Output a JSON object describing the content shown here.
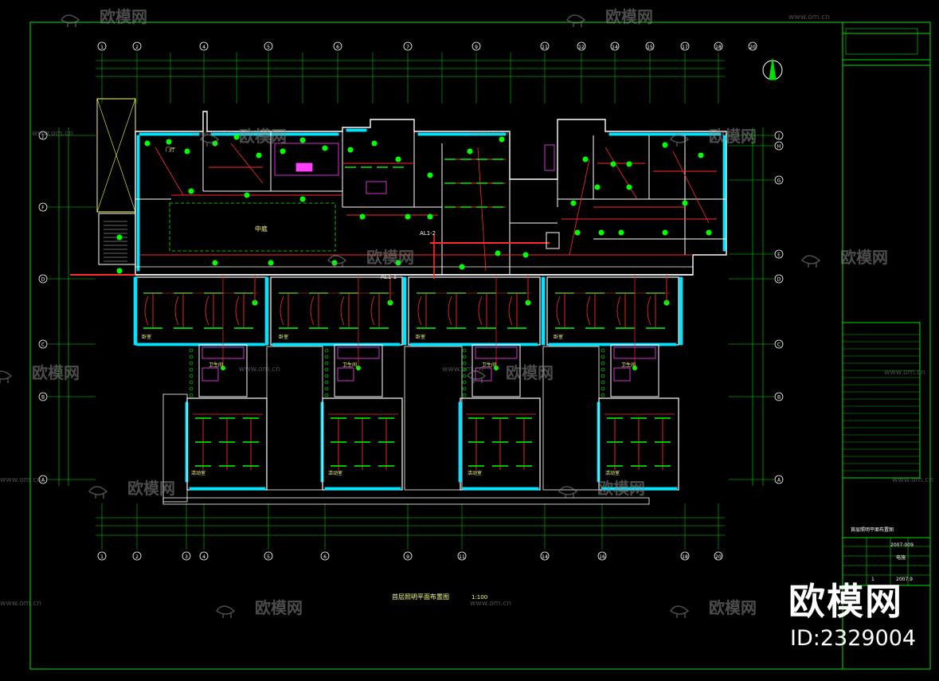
{
  "colors": {
    "frame": "#00e000",
    "wall": "#ffffff",
    "window": "#00e5ff",
    "wire": "#ff2a2a",
    "fixture": "#00ff00",
    "accent": "#ff40ff",
    "yellow": "#ffff40",
    "label": "#ffff80"
  },
  "drawing": {
    "title": "首层照明平面布置图",
    "scale": "1:100",
    "top_axes": [
      "1",
      "2",
      "4",
      "5",
      "6",
      "7",
      "9",
      "11",
      "12",
      "14",
      "15",
      "17",
      "18",
      "20"
    ],
    "bottom_axes": [
      "1",
      "2",
      "3",
      "4",
      "5",
      "6",
      "9",
      "11",
      "14",
      "16",
      "18",
      "20"
    ],
    "left_axes": [
      "J",
      "F",
      "D",
      "C",
      "B",
      "A"
    ],
    "right_axes": [
      "J",
      "H",
      "G",
      "E",
      "D",
      "C",
      "B",
      "A"
    ],
    "panel_labels": [
      "AL1-2",
      "AL1-1"
    ],
    "room_labels": [
      "中庭",
      "卧室",
      "卧室",
      "卧室",
      "卧室",
      "卫生间",
      "卫生间",
      "卫生间",
      "卫生间",
      "活动室",
      "活动室",
      "活动室",
      "活动室",
      "门厅"
    ]
  },
  "title_block": {
    "drawing_name": "首层照明平面布置图",
    "drawing_no": "2007-009",
    "date": "2007.9",
    "sheet": "1",
    "discipline": "电施"
  },
  "watermark": {
    "text": "欧模网",
    "site": "www.om.cn",
    "brand": "欧模网",
    "id": "ID:2329004"
  }
}
